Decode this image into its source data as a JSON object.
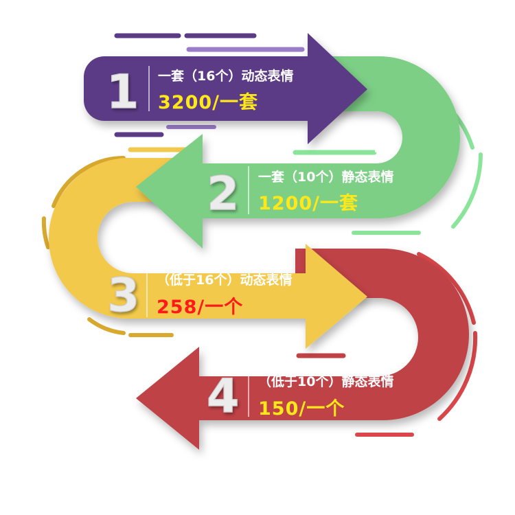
{
  "steps": [
    {
      "number": "1",
      "title": "一套（16个）动态表情",
      "price": "3200/一套"
    },
    {
      "number": "2",
      "title": "一套（10个）静态表情",
      "price": "1200/一套"
    },
    {
      "number": "3",
      "title": "（低于16个）动态表情",
      "price": "258/一个"
    },
    {
      "number": "4",
      "title": "（低于10个）静态表情",
      "price": "150/一个"
    }
  ],
  "colors": {
    "purple": "#5b3a86",
    "green": "#7dcf86",
    "yellow": "#f2c94c",
    "red": "#bf4346",
    "price_yellow": "#ffe81a",
    "price_red": "#ff1a1a"
  }
}
